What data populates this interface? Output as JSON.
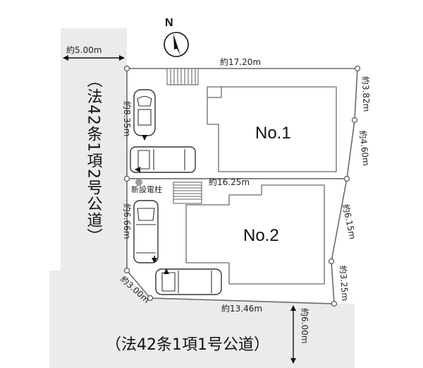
{
  "north_label": "N",
  "roads": {
    "west_label": "（法42条1項2号公道）",
    "south_label": "（法42条1項1号公道）"
  },
  "dimensions": {
    "west_road_width": "約5.00m",
    "south_road_width": "約6.00m",
    "north_edge": "約17.20m",
    "middle_edge": "約16.25m",
    "south_edge": "約13.46m",
    "west_upper": "約8.35m",
    "west_lower": "約6.66m",
    "southwest_corner": "約3.00m",
    "east_1": "約3.82m",
    "east_2": "約4.60m",
    "east_3": "約6.15m",
    "east_4": "約3.25m"
  },
  "lots": [
    "No.1",
    "No.2"
  ],
  "utility_pole_label": "新設電柱",
  "colors": {
    "road_fill": "#ebebeb",
    "lot_line": "#6a6a6a"
  }
}
